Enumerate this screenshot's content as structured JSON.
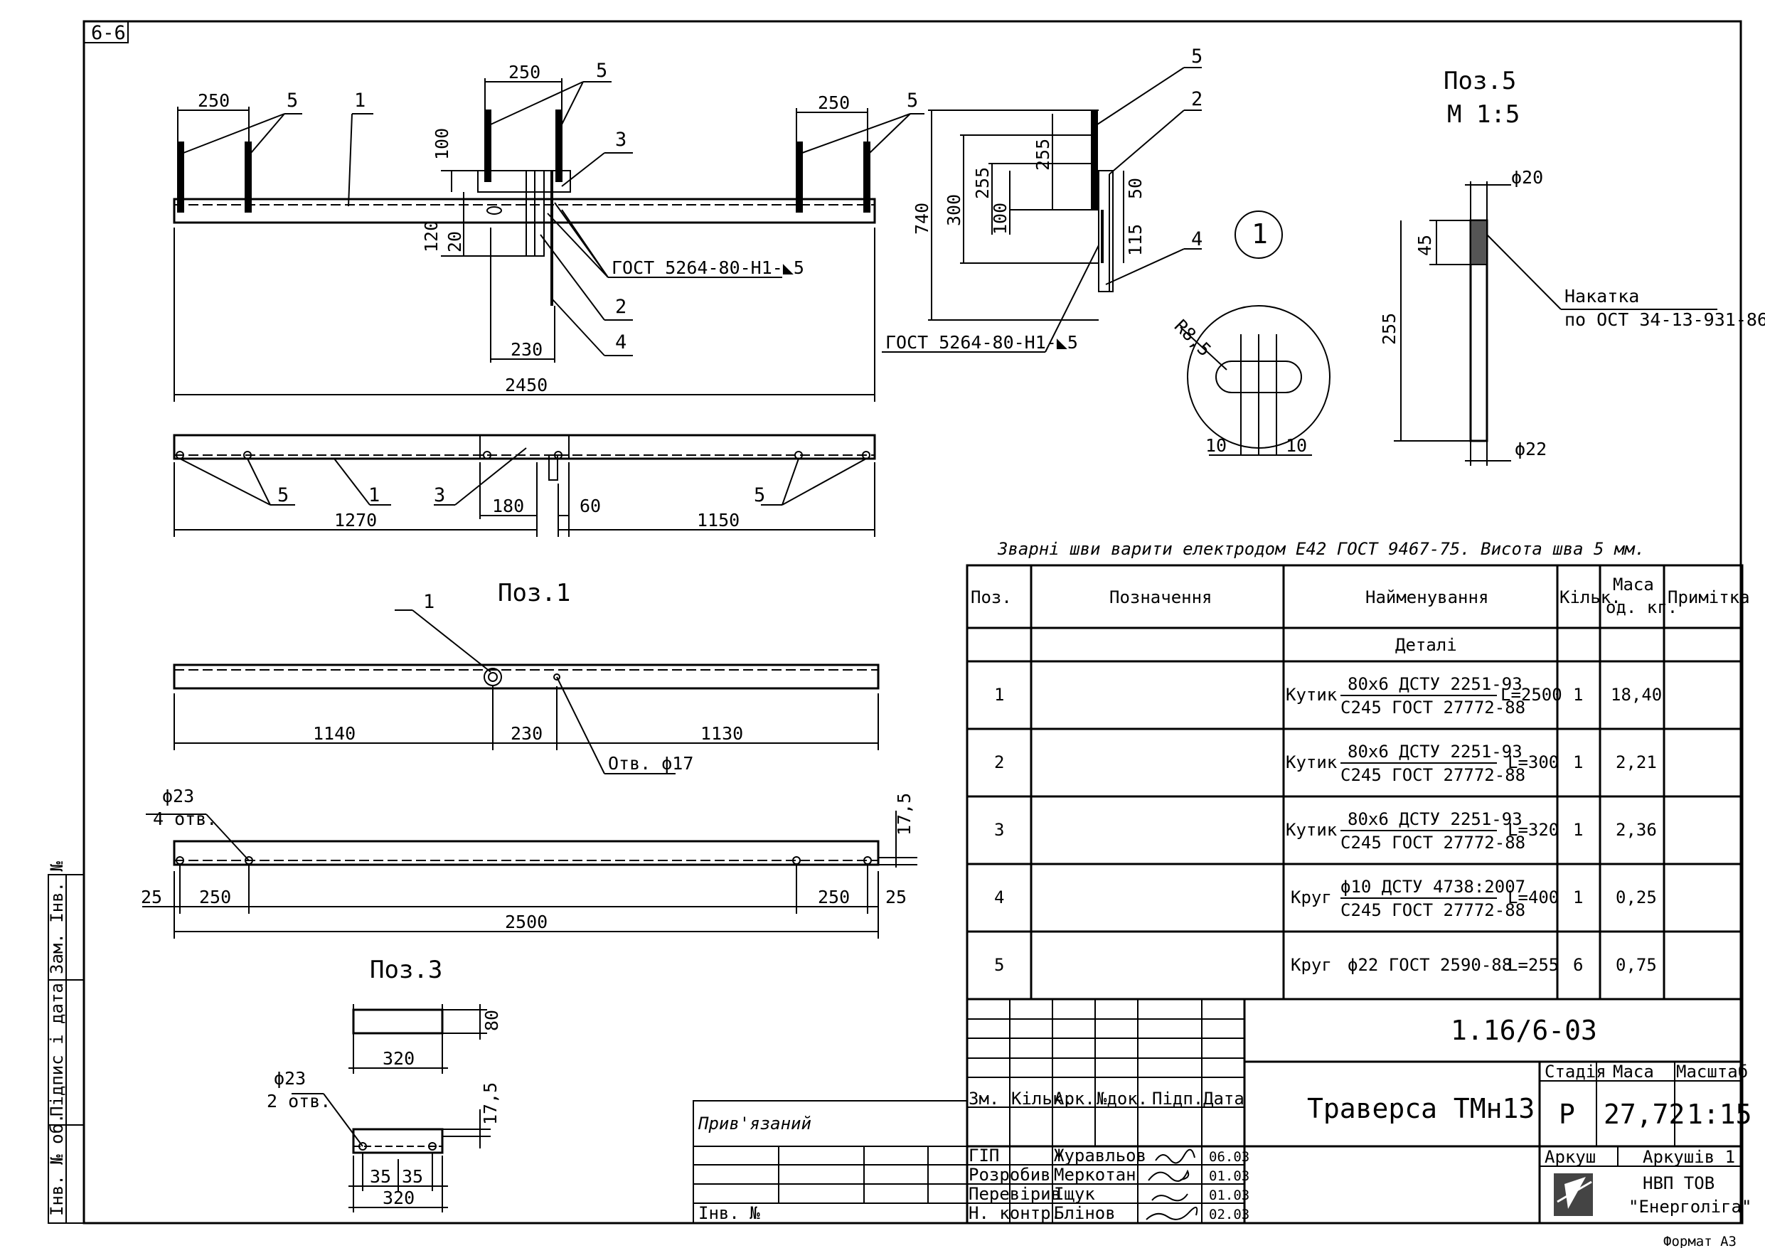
{
  "sheet": {
    "corner_tag": "6-6",
    "format_label": "Формат А3"
  },
  "side_stamp": {
    "zam_inv": "Зам. Інв. №",
    "pidpys": "Підпис і дата",
    "inv_pidl": "Інв. № об."
  },
  "view_main": {
    "dims": [
      "250",
      "250",
      "250",
      "2450",
      "230",
      "100",
      "120",
      "20"
    ],
    "callouts": [
      "5",
      "5",
      "5",
      "1",
      "3",
      "2",
      "4"
    ],
    "weld_note": "ГОСТ 5264-80-Н1-◣5"
  },
  "view_plan": {
    "dims": [
      "1270",
      "180",
      "60",
      "1150"
    ],
    "callouts": [
      "5",
      "1",
      "3",
      "5"
    ]
  },
  "view_side": {
    "dims": [
      "740",
      "300",
      "255",
      "255",
      "100",
      "50",
      "115"
    ],
    "callouts": [
      "5",
      "2",
      "4"
    ],
    "weld_note": "ГОСТ 5264-80-Н1-◣5"
  },
  "detail1": {
    "marker": "1",
    "radius": "R8,5",
    "dims": [
      "10",
      "10"
    ]
  },
  "pos5": {
    "title": "Поз.5",
    "scale": "М 1:5",
    "d_top": "ϕ20",
    "d_bottom": "ϕ22",
    "len_45": "45",
    "len_255": "255",
    "knurl1": "Накатка",
    "knurl2": "по ОСТ 34-13-931-86"
  },
  "pos1": {
    "title": "Поз.1",
    "callout": "1",
    "dims_top": [
      "1140",
      "230",
      "1130"
    ],
    "hole_note": "Отв. ϕ17",
    "hole_d": "ϕ23",
    "hole_count": "4 отв.",
    "dim_175": "17,5",
    "dims_bottom": [
      "25",
      "250",
      "250",
      "25",
      "2500"
    ]
  },
  "pos3": {
    "title": "Поз.3",
    "dim_320a": "320",
    "dim_80": "80",
    "hole_d": "ϕ23",
    "hole_count": "2 отв.",
    "dim_175": "17,5",
    "dim_35a": "35",
    "dim_35b": "35",
    "dim_320b": "320"
  },
  "weld_text": "Зварні шви варити електродом Е42 ГОСТ 9467-75. Висота шва 5 мм.",
  "bom": {
    "headers": [
      "Поз.",
      "Позначення",
      "Найменування",
      "Кільк.",
      "Маса од. кг.",
      "Примітка"
    ],
    "mass_h1": "Маса",
    "mass_h2": "од. кг.",
    "section": "Деталі",
    "rows": [
      {
        "pos": "1",
        "type": "Кутик",
        "top": "80х6 ДСТУ 2251-93",
        "bottom": "С245 ГОСТ 27772-88",
        "len": "L=2500",
        "qty": "1",
        "mass": "18,40"
      },
      {
        "pos": "2",
        "type": "Кутик",
        "top": "80х6 ДСТУ 2251-93",
        "bottom": "С245 ГОСТ 27772-88",
        "len": "L=300",
        "qty": "1",
        "mass": "2,21"
      },
      {
        "pos": "3",
        "type": "Кутик",
        "top": "80х6 ДСТУ 2251-93",
        "bottom": "С245 ГОСТ 27772-88",
        "len": "L=320",
        "qty": "1",
        "mass": "2,36"
      },
      {
        "pos": "4",
        "type": "Круг",
        "top": "ϕ10 ДСТУ 4738:2007",
        "bottom": "С245 ГОСТ 27772-88",
        "len": "L=400",
        "qty": "1",
        "mass": "0,25"
      },
      {
        "pos": "5",
        "type": "Круг",
        "top": "ϕ22 ГОСТ 2590-88",
        "bottom": "",
        "len": "L=255",
        "qty": "6",
        "mass": "0,75"
      }
    ]
  },
  "title_block": {
    "code": "1.16/6-03",
    "name": "Траверса ТМн13",
    "stage_h": "Стадія",
    "mass_h": "Маса",
    "scale_h": "Масштаб",
    "stage": "Р",
    "mass": "27,72",
    "scale": "1:15",
    "sheet_h": "Аркуш",
    "sheets_h": "Аркушів 1",
    "org1": "НВП ТОВ",
    "org2": "\"Енерголіга\"",
    "col_heads": [
      "Зм.",
      "Кільк.",
      "Арк.",
      "№док.",
      "Підп.",
      "Дата"
    ],
    "people": [
      {
        "role": "ГІП",
        "name": "Журавльов",
        "date": "06.03"
      },
      {
        "role": "Розробив",
        "name": "Меркотан",
        "date": "01.03"
      },
      {
        "role": "Перевірив",
        "name": "Іщук",
        "date": "01.03"
      },
      {
        "role": "Н. контр.",
        "name": "Блінов",
        "date": "02.03"
      }
    ],
    "privyaz": "Прив'язаний",
    "inv_no": "Інв. №"
  }
}
